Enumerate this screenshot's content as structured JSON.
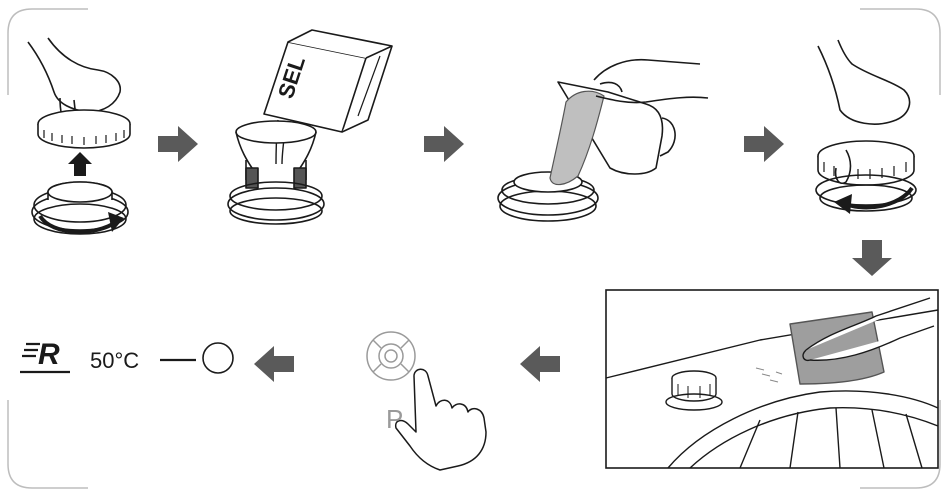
{
  "steps": {
    "salt_pack_label": "SEL",
    "program_letter": "P",
    "temperature": "50°C",
    "program_symbol": "R"
  },
  "colors": {
    "line": "#1a1a1a",
    "arrow": "#5a5a5a",
    "frame": "#bdbdbd",
    "water": "#bfbfbf"
  }
}
